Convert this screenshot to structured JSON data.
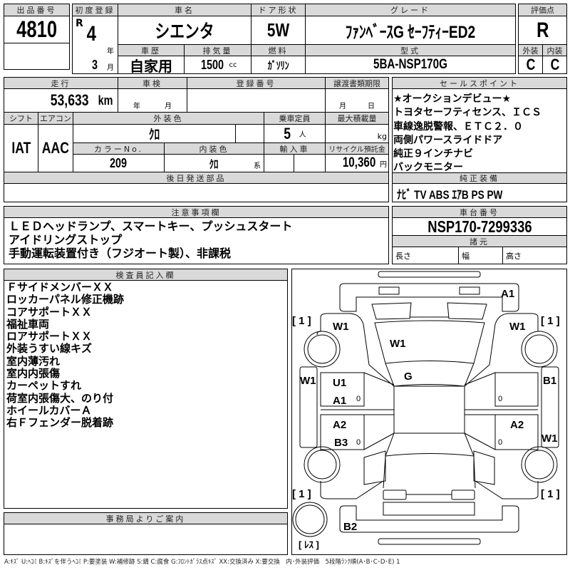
{
  "lot": {
    "header": "出品番号",
    "number": "4810"
  },
  "first_reg": {
    "header": "初度登録",
    "era": "R",
    "year": "4",
    "year_unit": "年",
    "month": "3",
    "month_unit": "月"
  },
  "car_name": {
    "header": "車名",
    "value": "シエンタ"
  },
  "door": {
    "header": "ドア形状",
    "value": "5W"
  },
  "grade": {
    "header": "グレード",
    "value": "ﾌｧﾝﾍﾞｰｽG ｾｰﾌﾃｨｰED2"
  },
  "history": {
    "header": "車歴",
    "value": "自家用"
  },
  "displacement": {
    "header": "排気量",
    "value": "1500",
    "unit": "cc"
  },
  "fuel": {
    "header": "燃料",
    "value": "ｶﾞｿﾘﾝ"
  },
  "model_code": {
    "header": "型式",
    "value": "5BA-NSP170G"
  },
  "score": {
    "header": "評価点",
    "value": "R",
    "ext_header": "外装",
    "int_header": "内装",
    "ext": "C",
    "int": "C"
  },
  "mileage": {
    "header": "走行",
    "value": "53,633",
    "unit": "km"
  },
  "inspection": {
    "header": "車検",
    "year_unit": "年",
    "month_unit": "月"
  },
  "reg_number": {
    "header": "登録番号"
  },
  "transfer": {
    "header": "譲渡書類期限",
    "month_unit": "月",
    "day_unit": "日"
  },
  "shift": {
    "header": "シフト",
    "value": "IAT"
  },
  "aircon": {
    "header": "エアコン",
    "value": "AAC"
  },
  "ext_color": {
    "header": "外装色",
    "value": "ｸﾛ"
  },
  "capacity": {
    "header": "乗車定員",
    "value": "5",
    "unit": "人"
  },
  "max_load": {
    "header": "最大積載量",
    "unit": "kg"
  },
  "color_no": {
    "header": "カラーNo.",
    "value": "209"
  },
  "int_color": {
    "header": "内装色",
    "value": "ｸﾛ",
    "unit": "系"
  },
  "import": {
    "header": "輸入車"
  },
  "recycle": {
    "header": "リサイクル預託金",
    "value": "10,360",
    "unit": "円"
  },
  "later_parts": {
    "header": "後日発送部品"
  },
  "sales_points": {
    "header": "セールスポイント",
    "lines": [
      "★オークションデビュー★",
      "トヨタセーフティセンス、ＩＣＳ",
      "車線逸脱警報、ＥＴＣ２．０",
      "両側パワースライドドア",
      "純正９インチナビ",
      "バックモニター"
    ]
  },
  "equipment": {
    "header": "純正装備",
    "value": "ﾅﾋﾞ TV ABS ｴｱB PS PW"
  },
  "notes": {
    "header": "注意事項欄",
    "lines": [
      "ＬＥＤヘッドランプ、スマートキー、プッシュスタート",
      "アイドリングストップ",
      "手動運転装置付き（フジオート製）、非課税"
    ]
  },
  "chassis": {
    "header": "車台番号",
    "value": "NSP170-7299336"
  },
  "specs": {
    "header": "諸元",
    "length": "長さ",
    "width": "幅",
    "height": "高さ"
  },
  "inspector": {
    "header": "検査員記入欄",
    "lines": [
      "ＦサイドメンバーＸＸ",
      "ロッカーパネル修正機跡",
      "コアサポートＸＸ",
      "福祉車両",
      "ロアサポートＸＸ",
      "外装うすい線キズ",
      "室内薄汚れ",
      "室内内張傷",
      "カーペットすれ",
      "荷室内張傷大、のり付",
      "ホイールカバーＡ",
      "右Ｆフェンダー脱着跡"
    ]
  },
  "office": {
    "header": "事務局よりご案内"
  },
  "diagram": {
    "marks": {
      "hood": "A1",
      "fl_fender": "W1",
      "fr_fender": "W1",
      "windshield_area": "W1",
      "glass": "G",
      "left_sill": "W1",
      "lf_door_1": "U1",
      "lf_door_2": "A1",
      "lr_door_1": "A2",
      "lr_door_2": "B3",
      "right_sill_1": "B1",
      "rr_door": "A2",
      "right_sill_2": "W1",
      "rear_bumper": "B2"
    },
    "tires": {
      "fl": "[ 1 ]",
      "fr": "[ 1 ]",
      "rl": "[ 1 ]",
      "rr": "[ 1 ]",
      "spare": "[ ﾚｽ ]"
    },
    "door_zeros": [
      "0",
      "0",
      "0",
      "0"
    ]
  },
  "legend": "A:ｷｽﾞ U:ﾍｺﾐ B:ｷｽﾞを伴うﾍｺﾐ P:要塗装 W:補修跡 S:錆 C:腐食 G:ﾌﾛﾝﾄｶﾞﾗｽ点ｷｽﾞ XX:交換済み X:要交換　内･外装評価　5段階ﾗﾝｸ順(A･B･C･D･E) 1"
}
